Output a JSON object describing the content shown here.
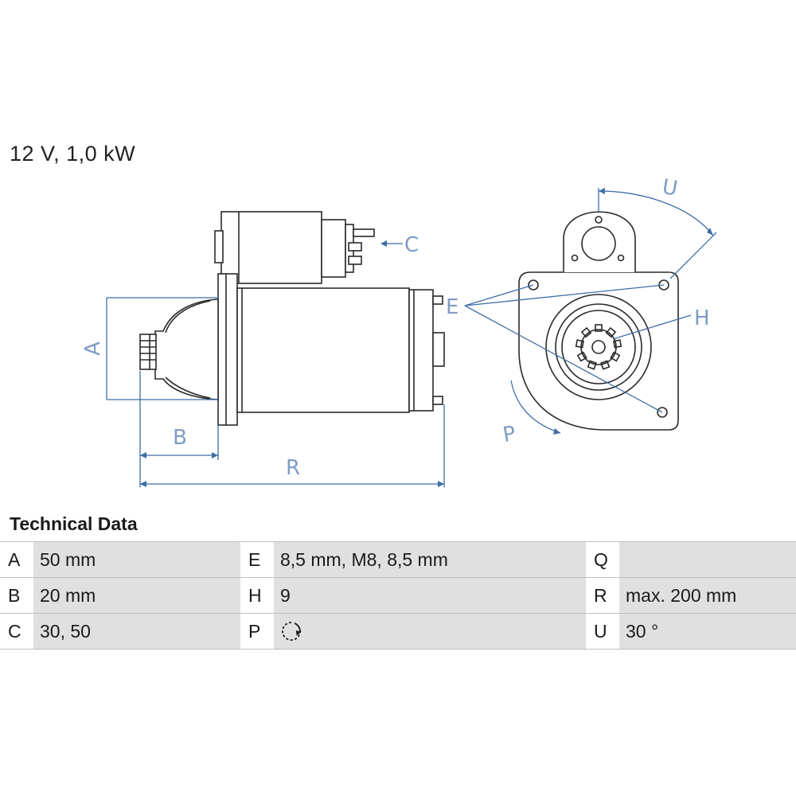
{
  "product": {
    "rating": "12 V, 1,0 kW"
  },
  "drawing": {
    "labels": {
      "A": "A",
      "B": "B",
      "C": "C",
      "R": "R",
      "E": "E",
      "H": "H",
      "P": "P",
      "U": "U"
    }
  },
  "technical_data": {
    "title": "Technical Data",
    "rows": [
      [
        {
          "key": "A",
          "value": "50 mm"
        },
        {
          "key": "E",
          "value": "8,5 mm, M8, 8,5 mm"
        },
        {
          "key": "Q",
          "value": ""
        }
      ],
      [
        {
          "key": "B",
          "value": "20 mm"
        },
        {
          "key": "H",
          "value": "9"
        },
        {
          "key": "R",
          "value": "max. 200 mm"
        }
      ],
      [
        {
          "key": "C",
          "value": "30, 50"
        },
        {
          "key": "P",
          "value": "",
          "icon": "clockwise-rotation-icon"
        },
        {
          "key": "U",
          "value": "30 °"
        }
      ]
    ]
  }
}
